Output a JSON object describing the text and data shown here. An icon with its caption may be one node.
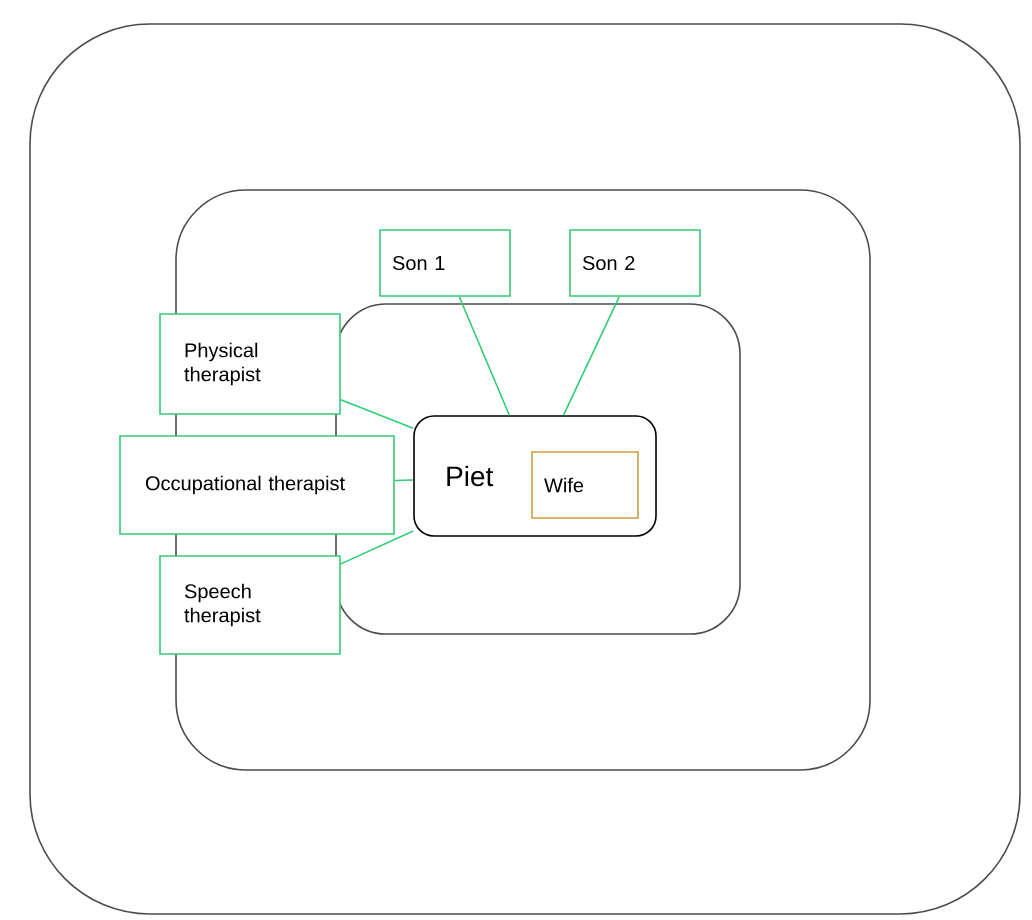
{
  "diagram": {
    "nodes": [
      {
        "text": [],
        "shape": "box"
      },
      {
        "text": [],
        "shape": "box",
        "in": 0
      },
      {
        "text": [],
        "shape": "box",
        "in": 1
      },
      {
        "text": [
          "Piet"
        ],
        "in": 2
      },
      {
        "text": [
          "Wife"
        ],
        "in": 3
      },
      {
        "text": [
          "Son 1"
        ],
        "in": 1
      },
      {
        "text": [
          "Son 2"
        ],
        "in": 1
      },
      {
        "text": [
          "Physical therapist"
        ],
        "in": 0
      },
      {
        "text": [
          "Occupational therapist"
        ],
        "in": 0
      },
      {
        "text": [
          "Speech therapist"
        ],
        "in": 0
      }
    ],
    "edges": [
      {
        "from": 5,
        "to": 3,
        "arrow": "none"
      },
      {
        "from": 6,
        "to": 3,
        "arrow": "none"
      },
      {
        "from": 7,
        "to": 3,
        "arrow": "none"
      },
      {
        "from": 8,
        "to": 3,
        "arrow": "none"
      },
      {
        "from": 9,
        "to": 3,
        "arrow": "none"
      }
    ]
  }
}
